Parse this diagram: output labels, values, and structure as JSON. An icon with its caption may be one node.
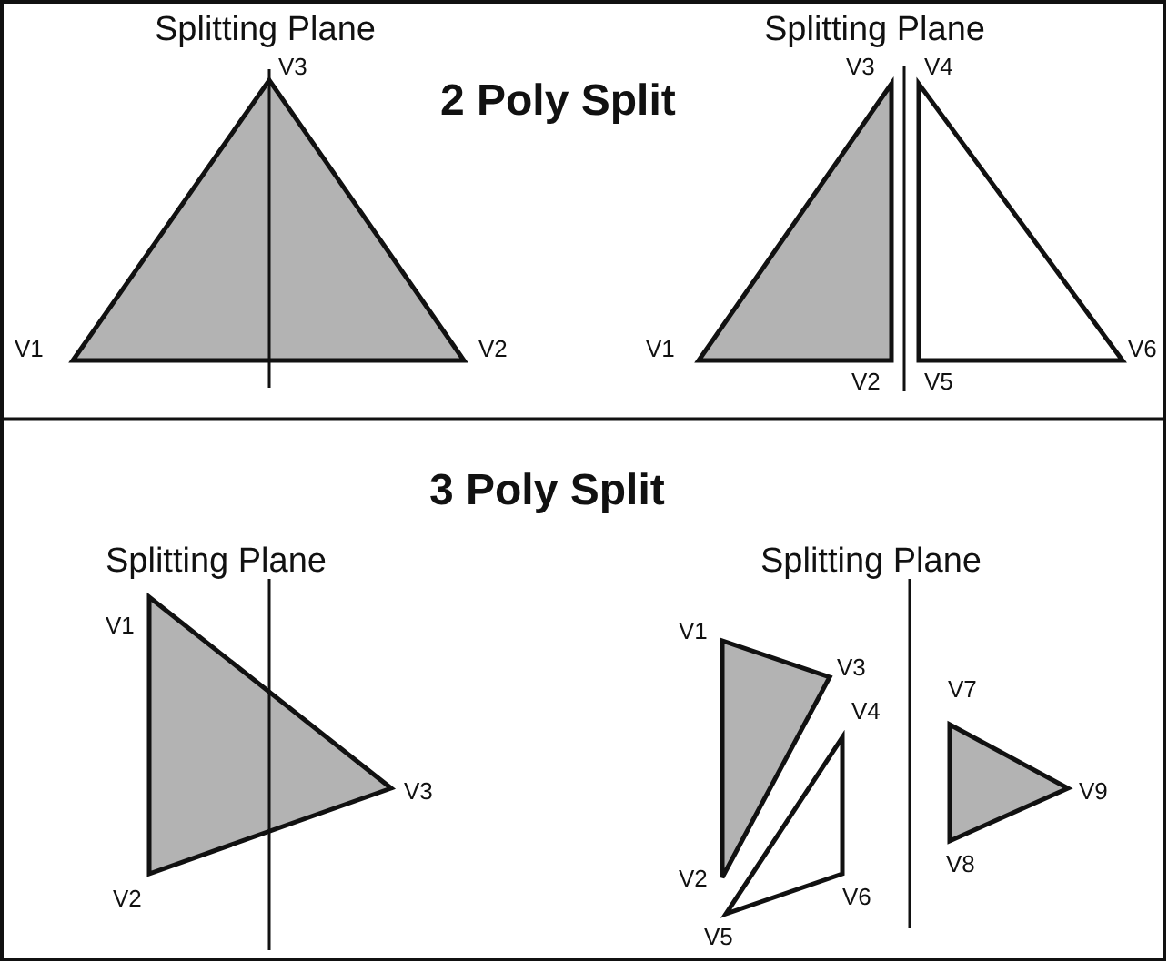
{
  "diagram": {
    "labels": [
      "Splitting Plane",
      "Splitting Plane",
      "V3",
      "V3",
      "V4",
      "2 Poly Split",
      "V1",
      "V2",
      "V1",
      "V6",
      "V2",
      "V5",
      "3 Poly Split",
      "Splitting Plane",
      "Splitting Plane",
      "V1",
      "V1",
      "V3",
      "V7",
      "V4",
      "V3",
      "V9",
      "V8",
      "V2",
      "V2",
      "V6",
      "V5"
    ]
  }
}
